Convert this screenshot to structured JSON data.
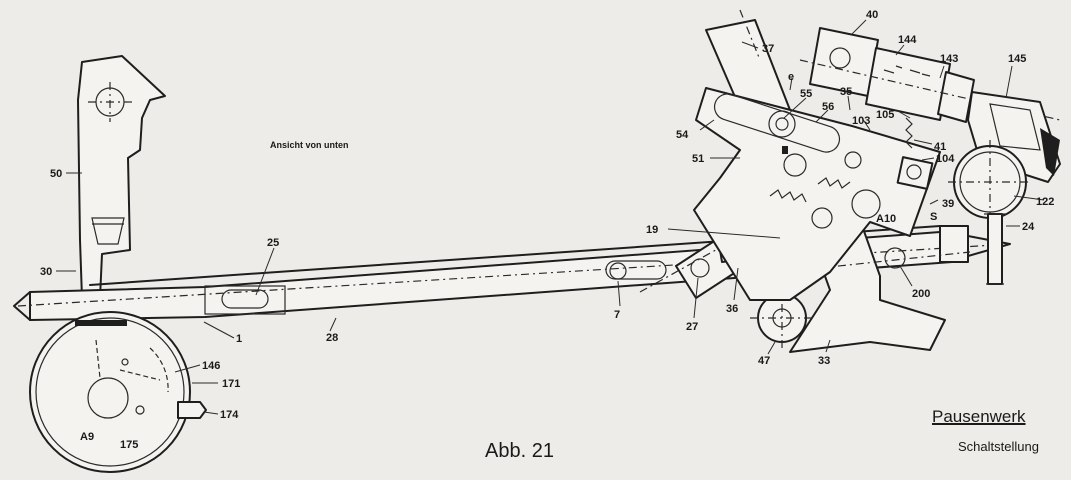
{
  "figure": {
    "view_note": "Ansicht von unten",
    "caption": "Abb. 21",
    "title": "Pausenwerk",
    "subtitle": "Schaltstellung"
  },
  "part_labels": {
    "p50": "50",
    "p30": "30",
    "p25": "25",
    "p1": "1",
    "p28": "28",
    "p146": "146",
    "p171": "171",
    "p174": "174",
    "pA9": "A9",
    "p175": "175",
    "p7": "7",
    "p27": "27",
    "p36": "36",
    "p19": "19",
    "p47": "47",
    "p33": "33",
    "p200": "200",
    "p24": "24",
    "p122": "122",
    "p39": "39",
    "pS": "S",
    "pA10": "A10",
    "p104": "104",
    "p41": "41",
    "p105": "105",
    "p103": "103",
    "p35": "35",
    "p56": "56",
    "p55": "55",
    "pe": "e",
    "p54": "54",
    "p51": "51",
    "p37": "37",
    "p40": "40",
    "p144": "144",
    "p143": "143",
    "p145": "145"
  }
}
